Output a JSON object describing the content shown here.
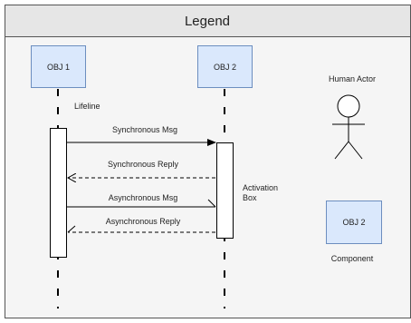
{
  "diagram": {
    "title": "Legend",
    "lifelines": [
      {
        "label": "OBJ 1"
      },
      {
        "label": "OBJ 2"
      }
    ],
    "lifeline_label": "Lifeline",
    "messages": {
      "sync_msg": "Synchronous Msg",
      "sync_reply": "Synchronous Reply",
      "async_msg": "Asynchronous Msg",
      "async_reply": "Asynchronous Reply"
    },
    "activation_box_label": [
      "Activation",
      "Box"
    ],
    "human_actor_label": "Human Actor",
    "component_box_label": "OBJ 2",
    "component_label": "Component",
    "colors": {
      "frame_border": "#555555",
      "header_fill": "#e6e6e6",
      "body_fill": "#f5f5f5",
      "object_fill": "#dae8fc",
      "object_border": "#6c8ebf",
      "line": "#000000"
    }
  }
}
